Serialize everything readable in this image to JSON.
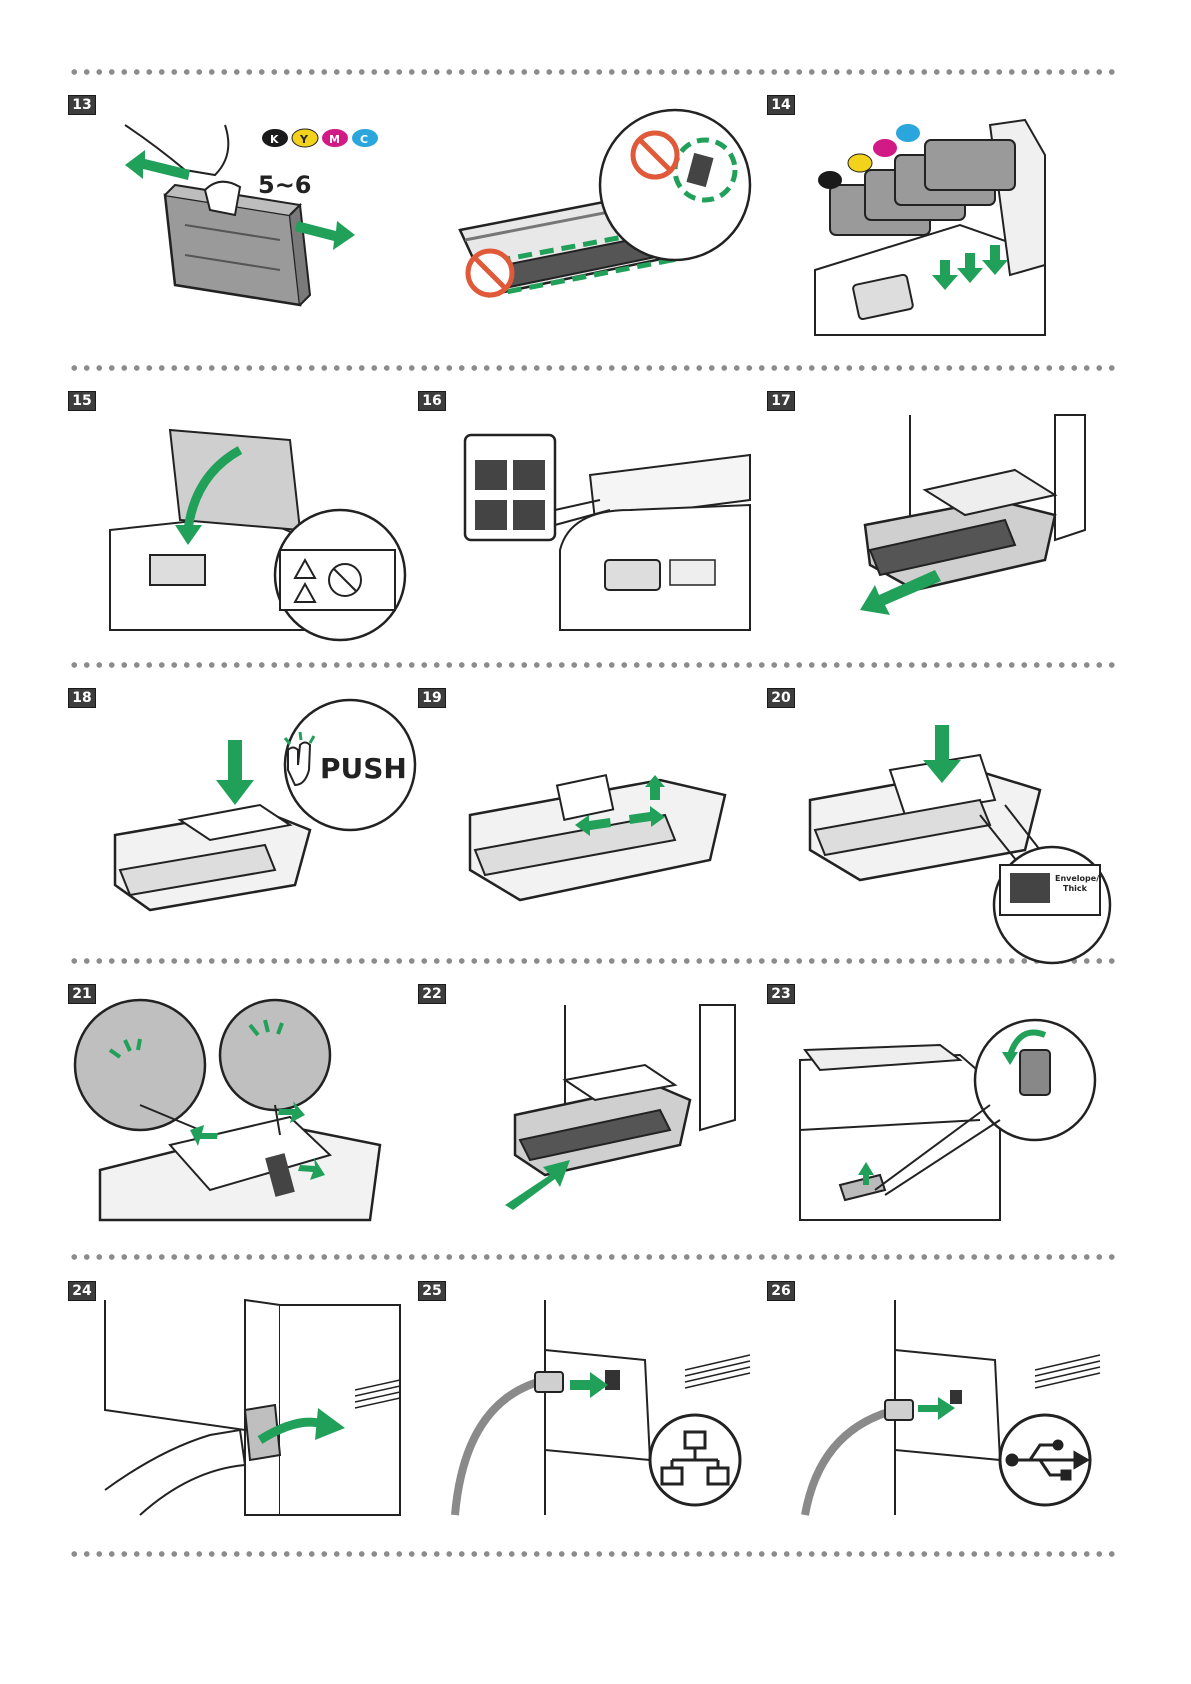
{
  "steps": [
    "13",
    "14",
    "15",
    "16",
    "17",
    "18",
    "19",
    "20",
    "21",
    "22",
    "23",
    "24",
    "25",
    "26"
  ],
  "toner_colors": [
    {
      "letter": "K",
      "color": "#1a1a1a"
    },
    {
      "letter": "Y",
      "color": "#f2d21b"
    },
    {
      "letter": "M",
      "color": "#d11a85"
    },
    {
      "letter": "C",
      "color": "#2aa6dd"
    }
  ],
  "shake_count": "5~6",
  "push_label": "PUSH",
  "envelope_label": [
    "Envelope/",
    "Thick"
  ],
  "colors": {
    "green": "#21a05a",
    "prohibit": "#e05a3a",
    "gray": "#8a8a8a",
    "dot": "#8c8c8c"
  }
}
